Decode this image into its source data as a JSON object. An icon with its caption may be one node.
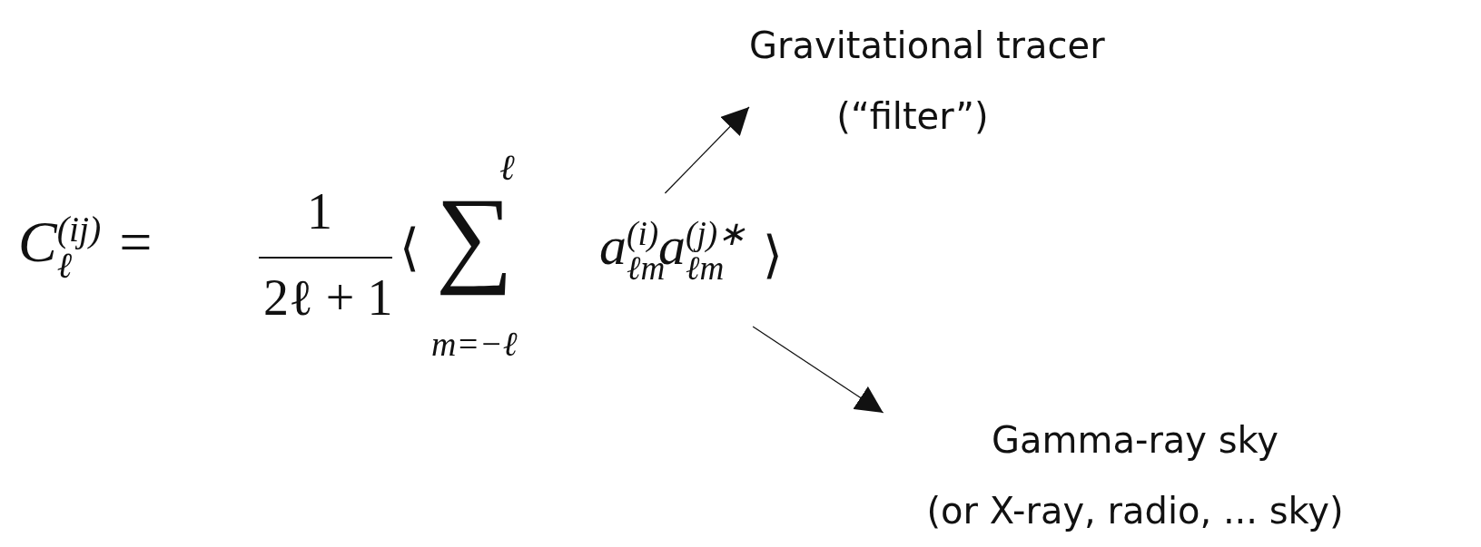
{
  "diagram": {
    "nodes": [
      {
        "text": [
          "C$_{ℓ}$$^{(ij)}$ =",
          "1",
          "2ℓ + 1",
          "⟨",
          "ℓ",
          "∑",
          "m=−ℓ"
        ]
      },
      {
        "text": [
          "a$_{ℓm}$$^{(i)}$a$_{ℓm}$$^{(j)∗}$",
          "⟩"
        ]
      },
      {
        "text": [
          "Gravitational tracer",
          "(“filter”)"
        ]
      },
      {
        "text": [
          "Gamma-ray sky",
          "(or X-ray, radio, ... sky)"
        ]
      }
    ],
    "edges": [
      {
        "from": 1,
        "to": 2,
        "arrow": "to"
      },
      {
        "from": 1,
        "to": 3,
        "arrow": "to"
      }
    ]
  }
}
